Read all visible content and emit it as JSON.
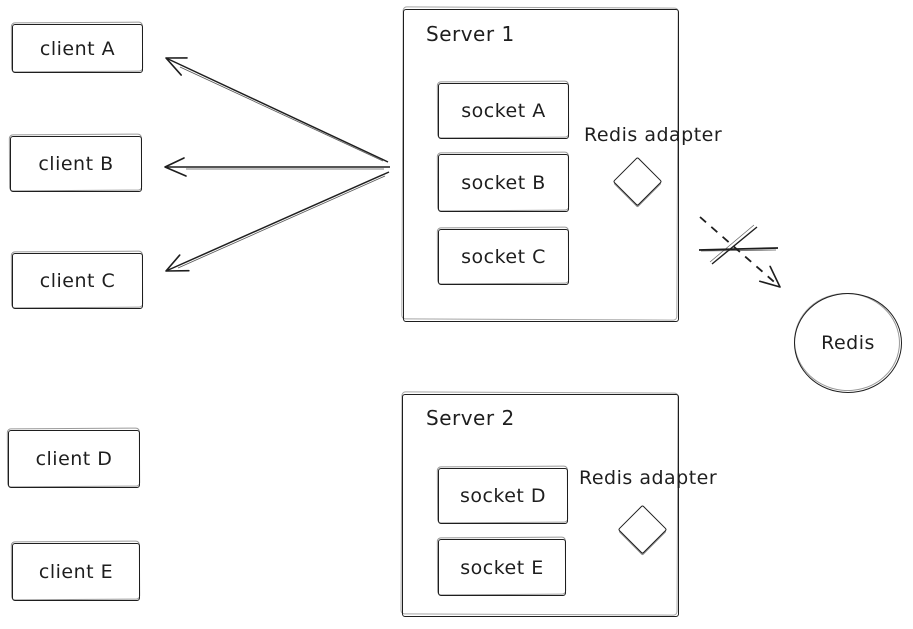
{
  "diagram": {
    "colors": {
      "stroke": "#1e1e1e",
      "background": "#ffffff"
    },
    "clients": [
      {
        "id": "client-a",
        "label": "client A"
      },
      {
        "id": "client-b",
        "label": "client B"
      },
      {
        "id": "client-c",
        "label": "client C"
      },
      {
        "id": "client-d",
        "label": "client D"
      },
      {
        "id": "client-e",
        "label": "client E"
      }
    ],
    "servers": [
      {
        "id": "server-1",
        "title": "Server 1",
        "sockets": [
          "socket A",
          "socket B",
          "socket C"
        ],
        "adapter_label": "Redis adapter"
      },
      {
        "id": "server-2",
        "title": "Server 2",
        "sockets": [
          "socket D",
          "socket E"
        ],
        "adapter_label": "Redis adapter"
      }
    ],
    "redis": {
      "label": "Redis"
    },
    "edges": [
      {
        "from": "server-1",
        "to": "client-a",
        "style": "solid-arrow"
      },
      {
        "from": "server-1",
        "to": "client-b",
        "style": "solid-arrow"
      },
      {
        "from": "server-1",
        "to": "client-c",
        "style": "solid-arrow"
      },
      {
        "from": "server-1",
        "to": "redis",
        "style": "dashed-arrow-crossed-out"
      }
    ]
  }
}
